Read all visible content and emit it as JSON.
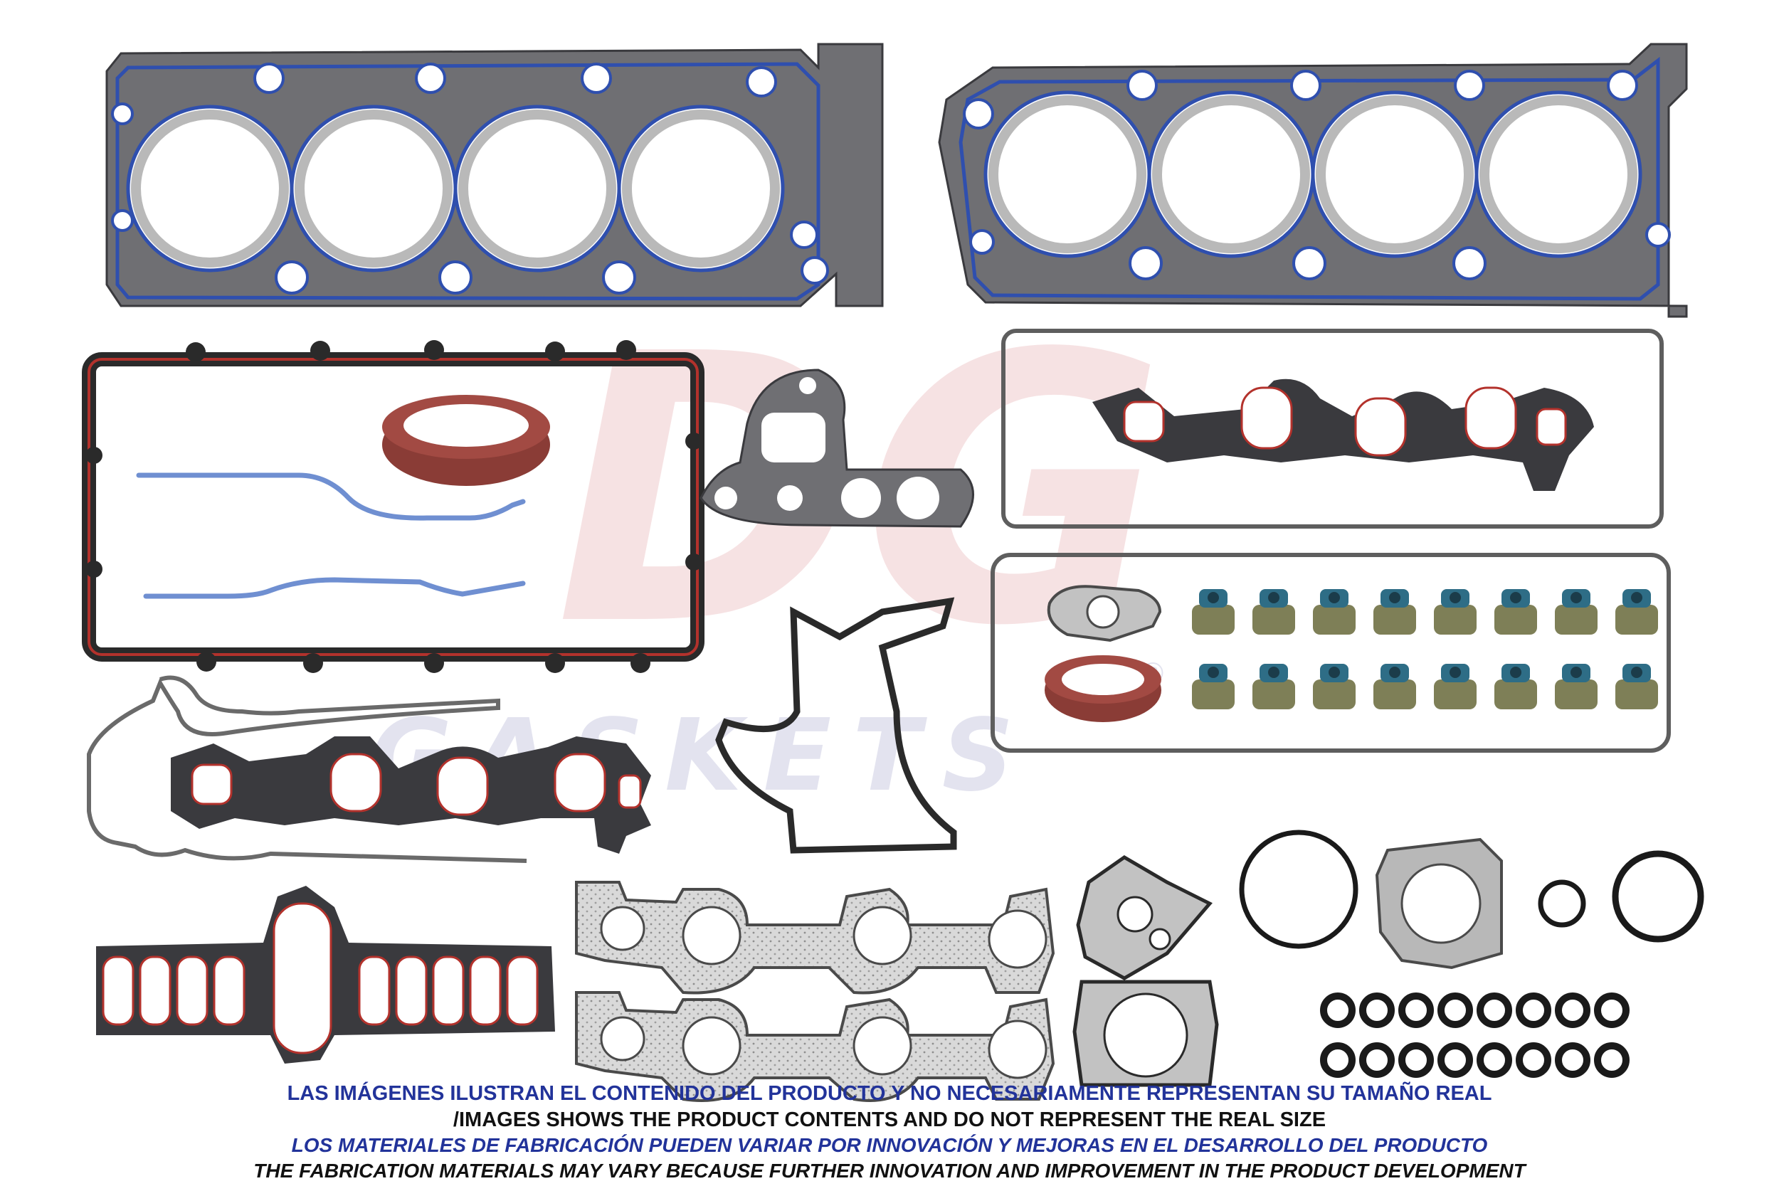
{
  "watermark": {
    "logo_letters": "DG",
    "logo_word": "GASKETS",
    "registered_mark": "®"
  },
  "disclaimer": {
    "line1": "LAS IMÁGENES ILUSTRAN EL CONTENIDO DEL PRODUCTO Y NO NECESARIAMENTE REPRESENTAN SU TAMAÑO REAL",
    "line2": "/IMAGES SHOWS THE PRODUCT CONTENTS AND DO NOT REPRESENT THE REAL SIZE",
    "line3": "LOS MATERIALES DE FABRICACIÓN PUEDEN VARIAR POR INNOVACIÓN Y MEJORAS EN EL DESARROLLO DEL PRODUCTO",
    "line4": "THE FABRICATION MATERIALS MAY VARY BECAUSE FURTHER INNOVATION AND IMPROVEMENT IN THE PRODUCT DEVELOPMENT"
  },
  "colors": {
    "gasket_gray": "#6f6f73",
    "bead_blue": "#2f4fae",
    "bead_red": "#b3322c",
    "seal_brown": "#8a3c36",
    "seal_green": "#7e7f57",
    "seal_blue": "#2e6d86",
    "disclaimer_blue": "#22339a",
    "disclaimer_black": "#111111"
  },
  "parts": {
    "head_gasket_left": "head-gasket",
    "head_gasket_right": "head-gasket",
    "oil_pan_gasket": "oil-pan-gasket",
    "rear_main_seal": "rear-main-seal",
    "valve_stem_seals_count": 16,
    "o_rings_count": 16
  }
}
